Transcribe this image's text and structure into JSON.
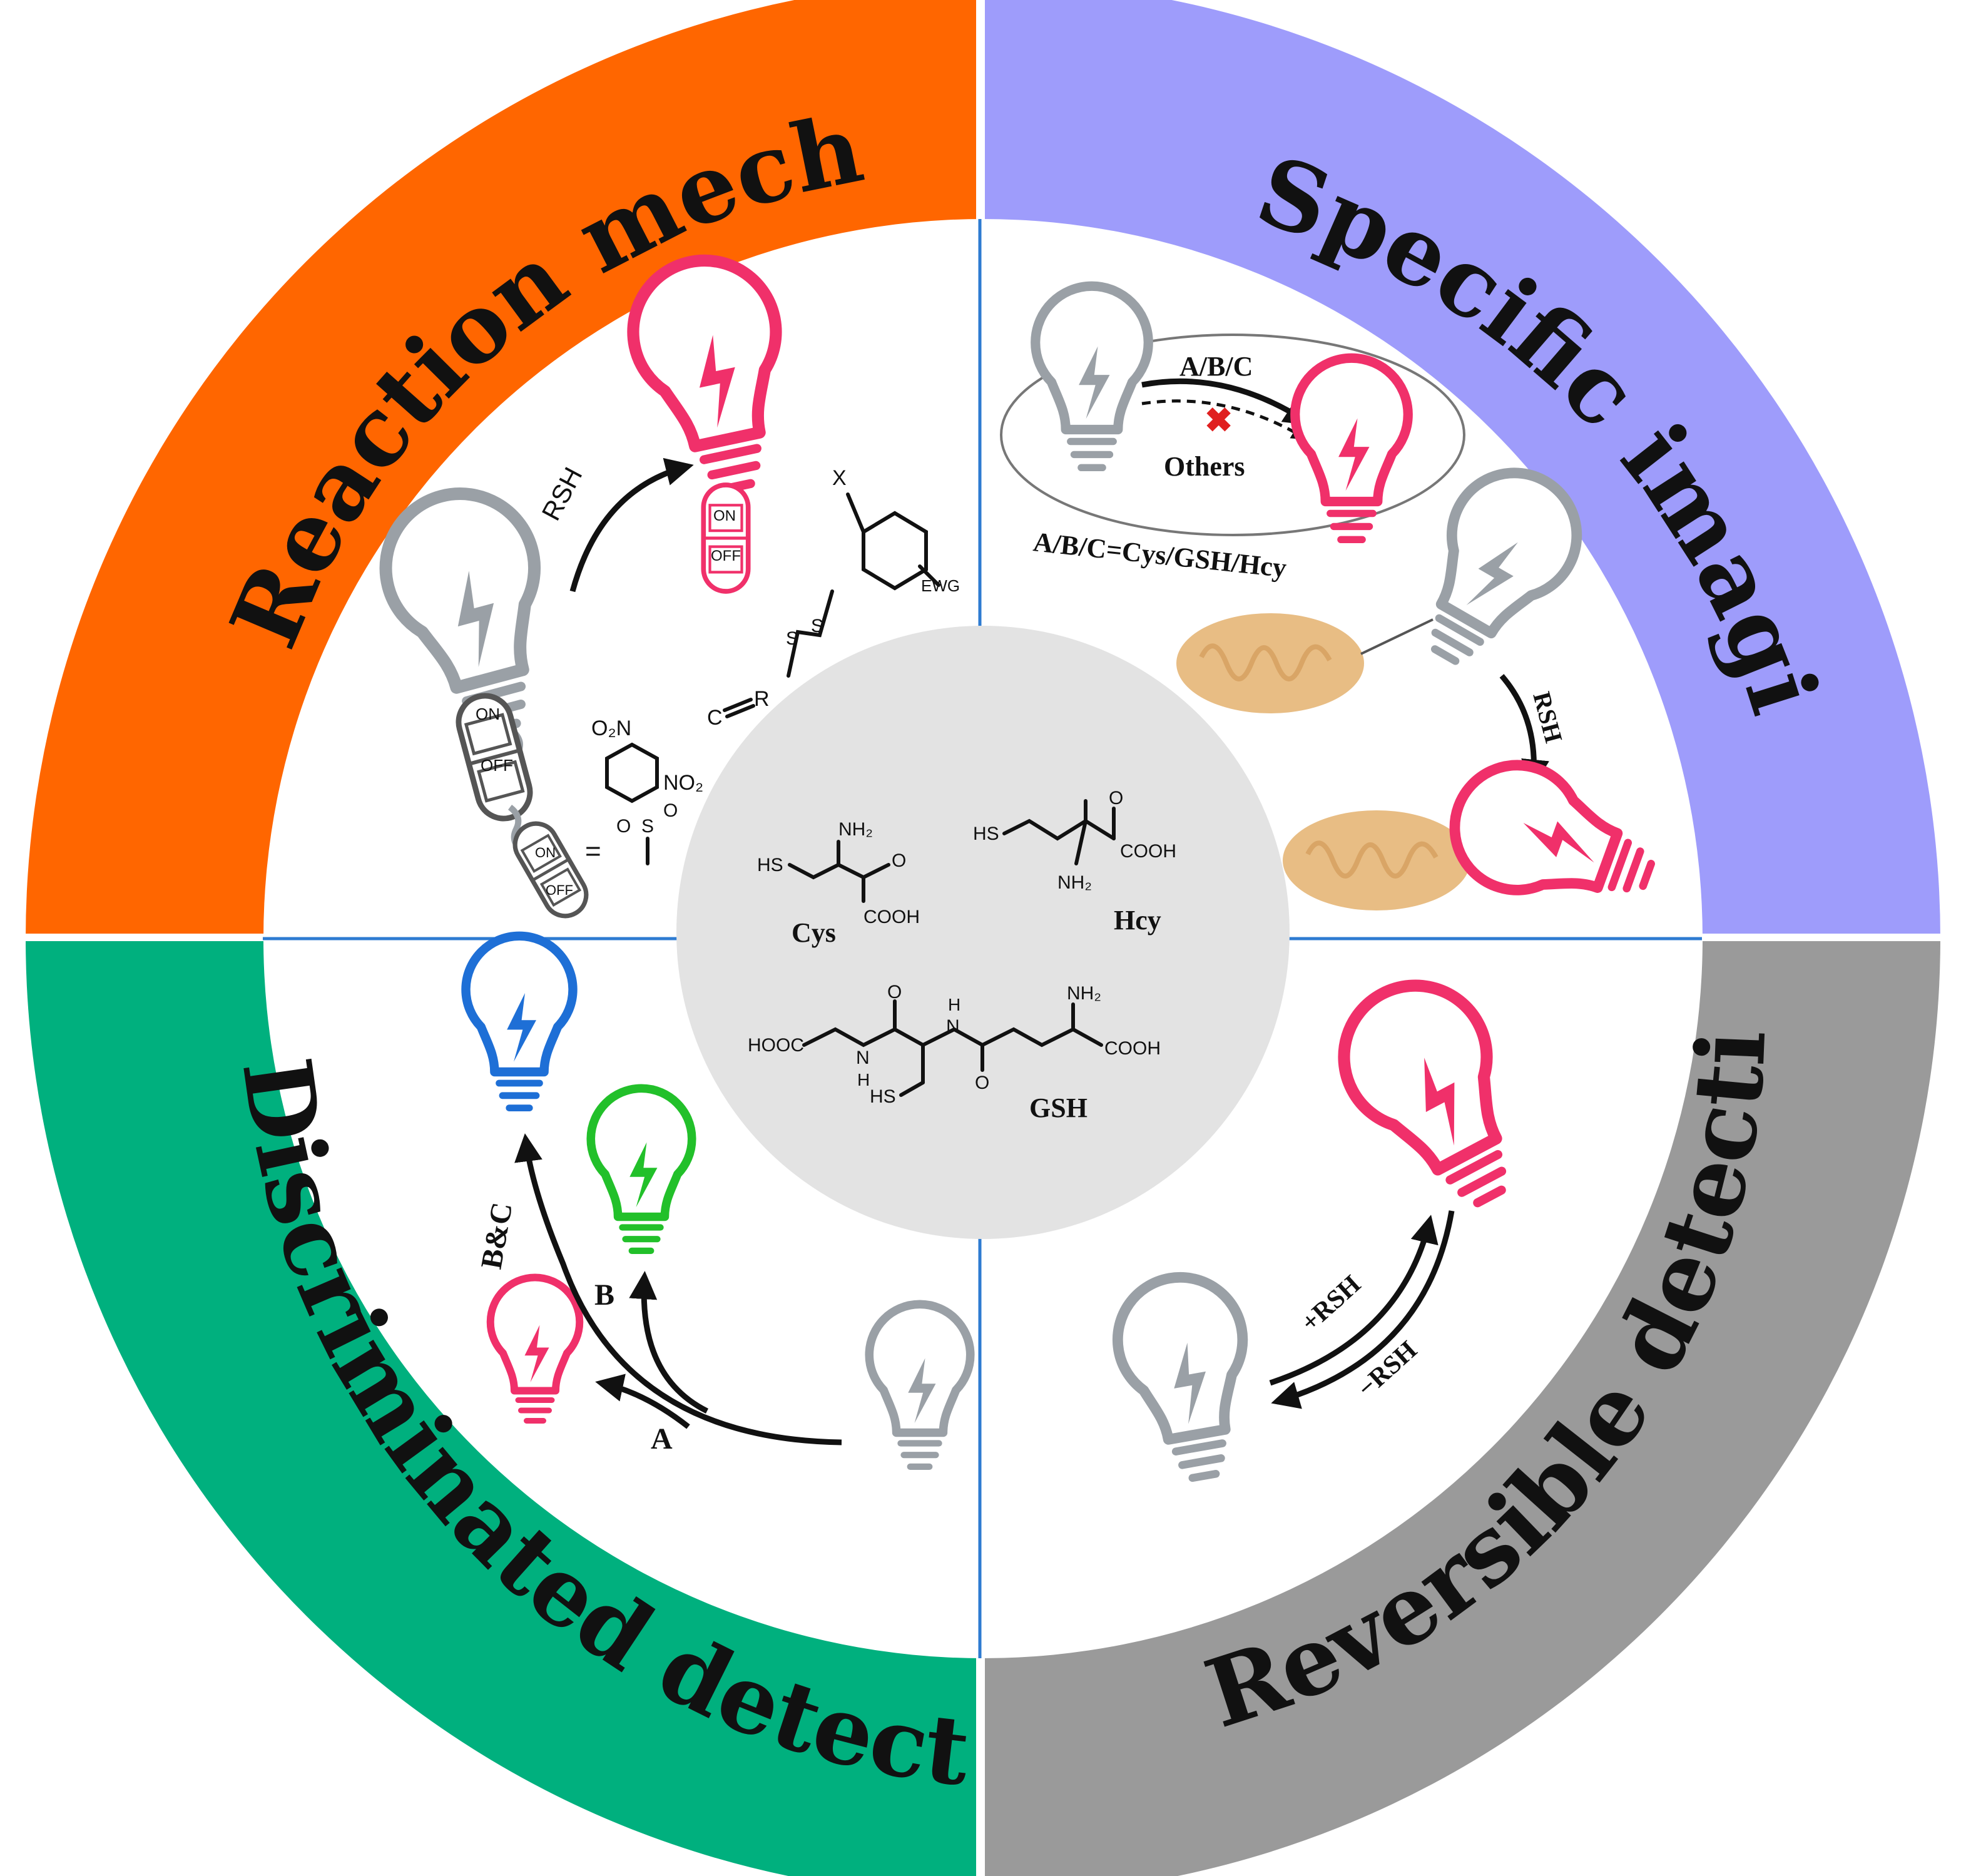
{
  "colors": {
    "orange": "#ff6600",
    "purple": "#9e9cfb",
    "green": "#00b07e",
    "gray": "#9a9a9a",
    "center": "#e3e3e3",
    "divider": "#2e7bd1",
    "bulb_gray": "#9aa0a6",
    "bulb_pink": "#f0306a",
    "bulb_blue": "#1e6fd6",
    "bulb_green": "#22c02a",
    "mito": "#e8bd84"
  },
  "sections": {
    "reaction": "Reaction mechanism",
    "specific": "Specific imaging",
    "discriminated": "Discriminated detection",
    "reversible": "Reversible detection"
  },
  "reaction": {
    "rsh": "RSH",
    "on": "ON",
    "off": "OFF",
    "x": "X",
    "ewg": "EWG",
    "s1": "S",
    "s2": "S",
    "alkene_c": "C",
    "alkene_r": "R",
    "no2_top": "O₂N",
    "no2_right": "NO₂",
    "so2_o1": "O",
    "so2_s": "S",
    "so2_o2": "O",
    "eq": "="
  },
  "specific": {
    "abc": "A/B/C",
    "others": "Others",
    "def": "A/B/C=Cys/GSH/Hcy",
    "rsh": "RSH"
  },
  "center": {
    "cys": {
      "hs": "HS",
      "nh2": "NH₂",
      "o": "O",
      "cooh": "COOH",
      "name": "Cys"
    },
    "hcy": {
      "hs": "HS",
      "nh2": "NH₂",
      "o": "O",
      "cooh": "COOH",
      "name": "Hcy"
    },
    "gsh": {
      "hooc": "HOOC",
      "o1": "O",
      "n1": "N",
      "h1": "H",
      "h2": "H",
      "n2": "N",
      "nh2": "NH₂",
      "o2": "O",
      "cooh": "COOH",
      "hs": "HS",
      "name": "GSH"
    }
  },
  "discriminated": {
    "bc": "B&C",
    "b": "B",
    "a": "A"
  },
  "reversible": {
    "plus": "+RSH",
    "minus": "−RSH"
  }
}
